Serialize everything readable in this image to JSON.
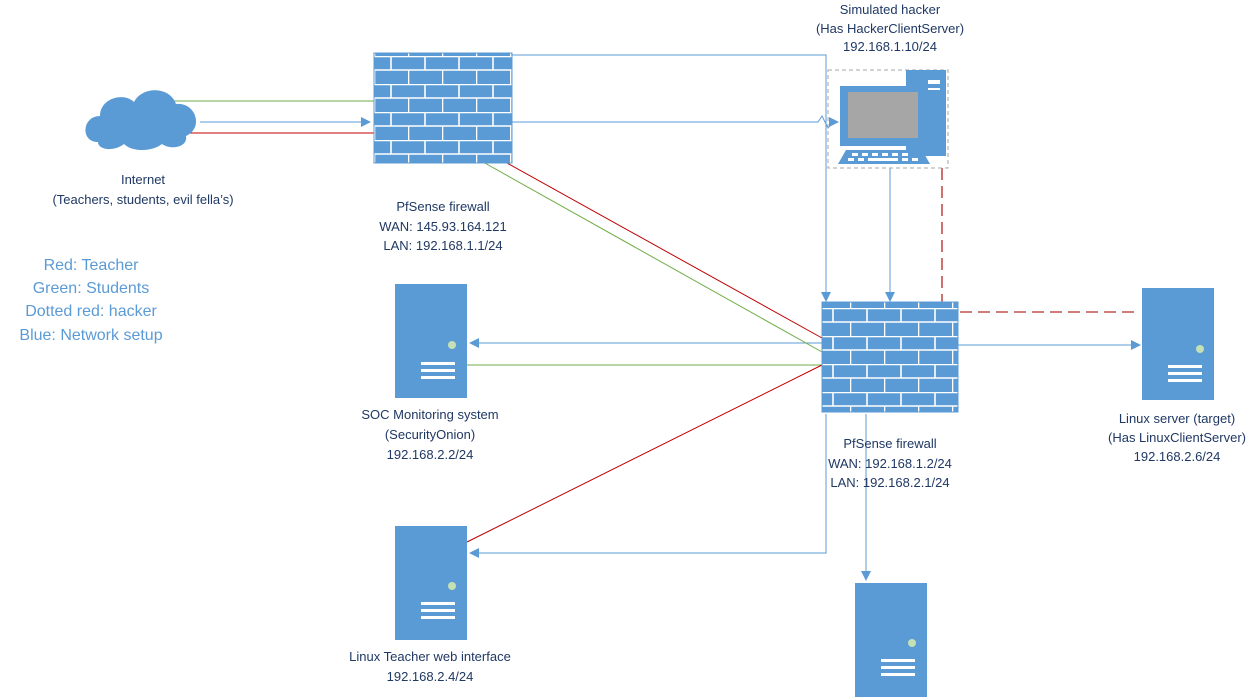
{
  "legend": {
    "red": "Red: Teacher",
    "green": "Green: Students",
    "dotted_red": "Dotted red: hacker",
    "blue": "Blue: Network setup"
  },
  "colors": {
    "teacher": "#c00000",
    "students": "#70ad47",
    "hacker": "#c0504d",
    "network": "#5b9bd5",
    "text": "#1f3864"
  },
  "nodes": {
    "internet": {
      "line1": "Internet",
      "line2": "(Teachers, students, evil fella’s)"
    },
    "firewall_top": {
      "line1": "PfSense firewall",
      "line2": "WAN: 145.93.164.121",
      "line3": "LAN: 192.168.1.1/24"
    },
    "hacker": {
      "line1": "Simulated hacker",
      "line2": "(Has HackerClientServer)",
      "line3": "192.168.1.10/24"
    },
    "soc": {
      "line1": "SOC Monitoring system",
      "line2": "(SecurityOnion)",
      "line3": "192.168.2.2/24"
    },
    "firewall_mid": {
      "line1": "PfSense firewall",
      "line2": "WAN: 192.168.1.2/24",
      "line3": "LAN: 192.168.2.1/24"
    },
    "linux_target": {
      "line1": "Linux server (target)",
      "line2": "(Has LinuxClientServer)",
      "line3": "192.168.2.6/24"
    },
    "linux_teacher": {
      "line1": "Linux Teacher web interface",
      "line2": "192.168.2.4/24"
    }
  }
}
